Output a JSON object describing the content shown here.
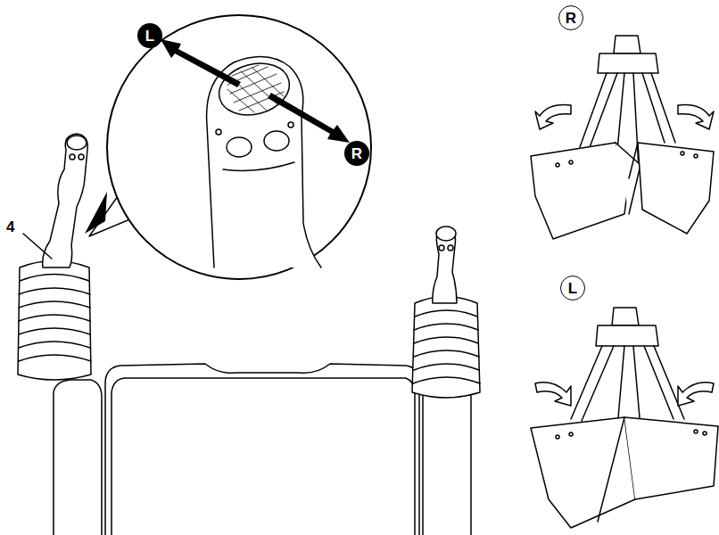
{
  "diagram": {
    "nodes": [
      {
        "text": [
          "L"
        ]
      },
      {
        "text": [
          "R"
        ]
      },
      {
        "text": [
          "R"
        ]
      },
      {
        "text": [
          "L"
        ]
      }
    ],
    "labels": [
      "4"
    ]
  }
}
